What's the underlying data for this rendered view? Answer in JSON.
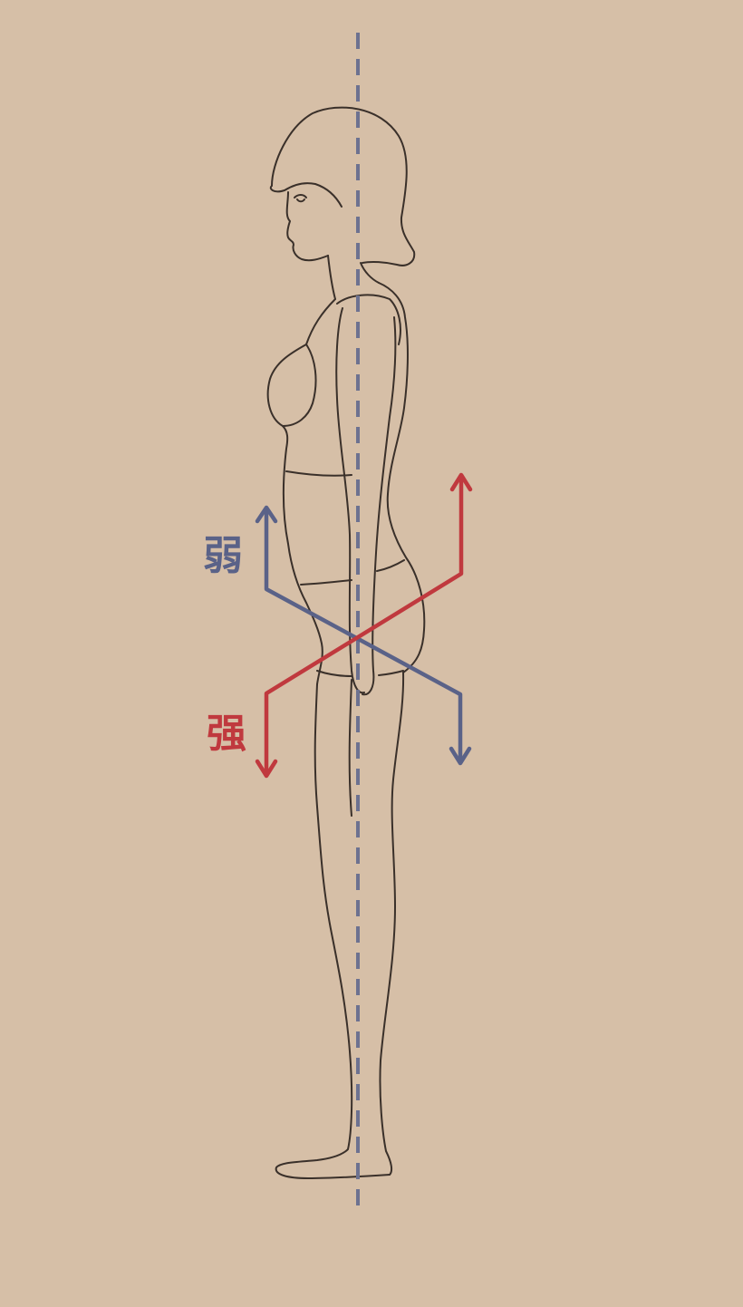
{
  "labels": {
    "weak": "弱",
    "strong": "强"
  },
  "colors": {
    "background": "#d6bfa7",
    "figure_line": "#3a302a",
    "weak_blue": "#5a6288",
    "strong_red": "#c0393e",
    "plumb_line": "#6d7290"
  },
  "icons": {
    "figure": "standing-woman-side-view",
    "plumb": "dashed-vertical-plumb-line",
    "arrows": "up-down-arrow"
  }
}
